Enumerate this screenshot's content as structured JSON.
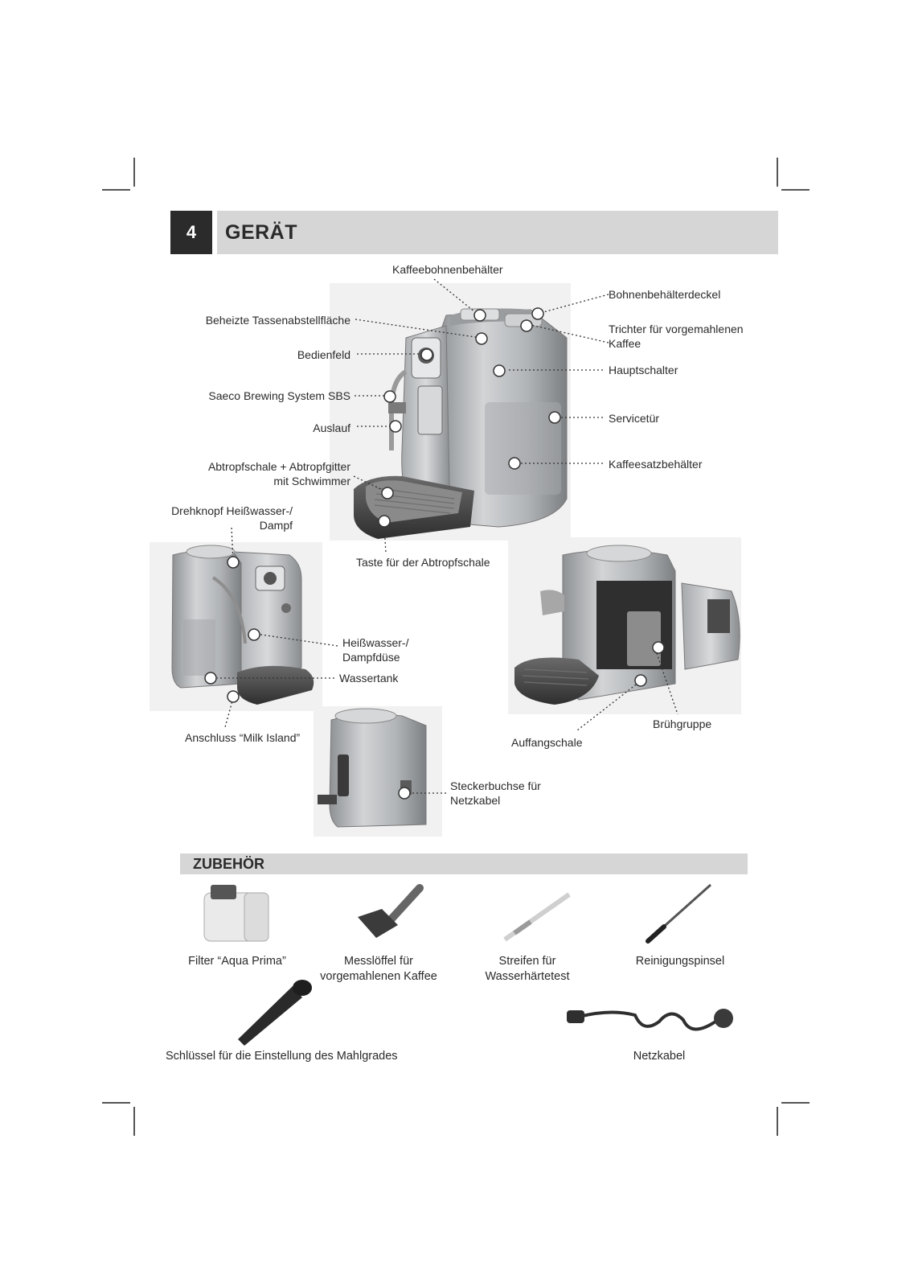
{
  "section": {
    "number": "4",
    "title": "GERÄT"
  },
  "labels": {
    "kaffeebohnenbehaelter": "Kaffeebohnenbehälter",
    "bohnenbehaelterdeckel": "Bohnenbehälterdeckel",
    "beheizte_tassen": "Beheizte Tassenabstellfläche",
    "trichter_line1": "Trichter für vorgemahlenen",
    "trichter_line2": "Kaffee",
    "bedienfeld": "Bedienfeld",
    "hauptschalter": "Hauptschalter",
    "saeco_sbs": "Saeco Brewing System SBS",
    "servicetuer": "Servicetür",
    "auslauf": "Auslauf",
    "abtropf_line1": "Abtropfschale + Abtropfgitter",
    "abtropf_line2": "mit Schwimmer",
    "kaffeesatz": "Kaffeesatzbehälter",
    "drehknopf_line1": "Drehknopf Heißwasser-/",
    "drehknopf_line2": "Dampf",
    "taste_abtropf": "Taste für der Abtropfschale",
    "heisswasser_line1": "Heißwasser-/",
    "heisswasser_line2": "Dampfdüse",
    "wassertank": "Wassertank",
    "milk_island": "Anschluss “Milk Island”",
    "bruehgruppe": "Brühgruppe",
    "auffangschale": "Auffangschale",
    "stecker_line1": "Steckerbuchse für",
    "stecker_line2": "Netzkabel"
  },
  "accessories": {
    "title": "ZUBEHÖR",
    "filter": "Filter “Aqua Prima”",
    "messloeffel_line1": "Messlöffel für",
    "messloeffel_line2": "vorgemahlenen Kaffee",
    "streifen_line1": "Streifen für",
    "streifen_line2": "Wasserhärtetest",
    "pinsel": "Reinigungspinsel",
    "schluessel": "Schlüssel für die Einstellung des Mahlgrades",
    "netzkabel": "Netzkabel"
  },
  "colors": {
    "header_dark": "#2b2b2b",
    "header_grey": "#d6d6d6",
    "machine_silver": "#b5b8bb",
    "machine_dark": "#4a4a4a"
  }
}
